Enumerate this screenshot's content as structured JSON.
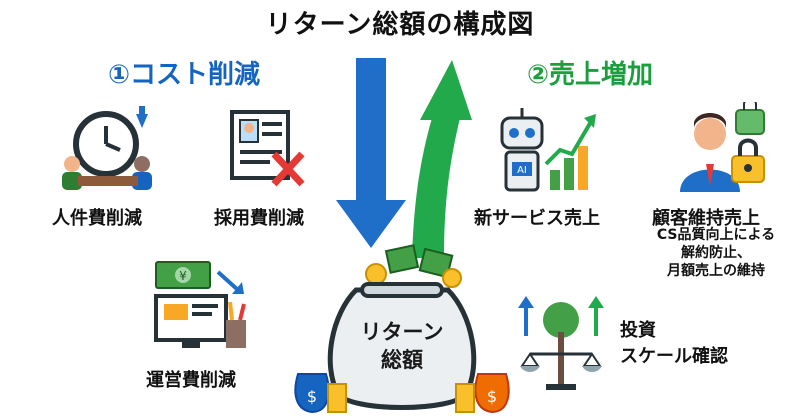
{
  "title": "リターン総額の構成図",
  "cost_section": {
    "heading": "①コスト削減",
    "items": [
      {
        "label": "人件費削減",
        "icon": "clock-meeting-icon"
      },
      {
        "label": "採用費削減",
        "icon": "resume-cancel-icon"
      },
      {
        "label": "運営費削減",
        "icon": "money-computer-icon"
      }
    ]
  },
  "sales_section": {
    "heading": "②売上増加",
    "items": [
      {
        "label": "新サービス売上",
        "icon": "robot-growth-chart-icon"
      },
      {
        "label": "顧客維持売上",
        "sub_lines": [
          "CS品質向上による",
          "解約防止、",
          "月額売上の維持"
        ],
        "icon": "support-agent-lock-icon"
      },
      {
        "label_lines": [
          "投資",
          "スケール確認"
        ],
        "icon": "tree-scale-icon"
      }
    ]
  },
  "center": {
    "bag_lines": [
      "リターン",
      "総額"
    ],
    "icon": "money-bag-icon"
  },
  "colors": {
    "cost": "#1565c0",
    "sales": "#1b9e3e"
  }
}
